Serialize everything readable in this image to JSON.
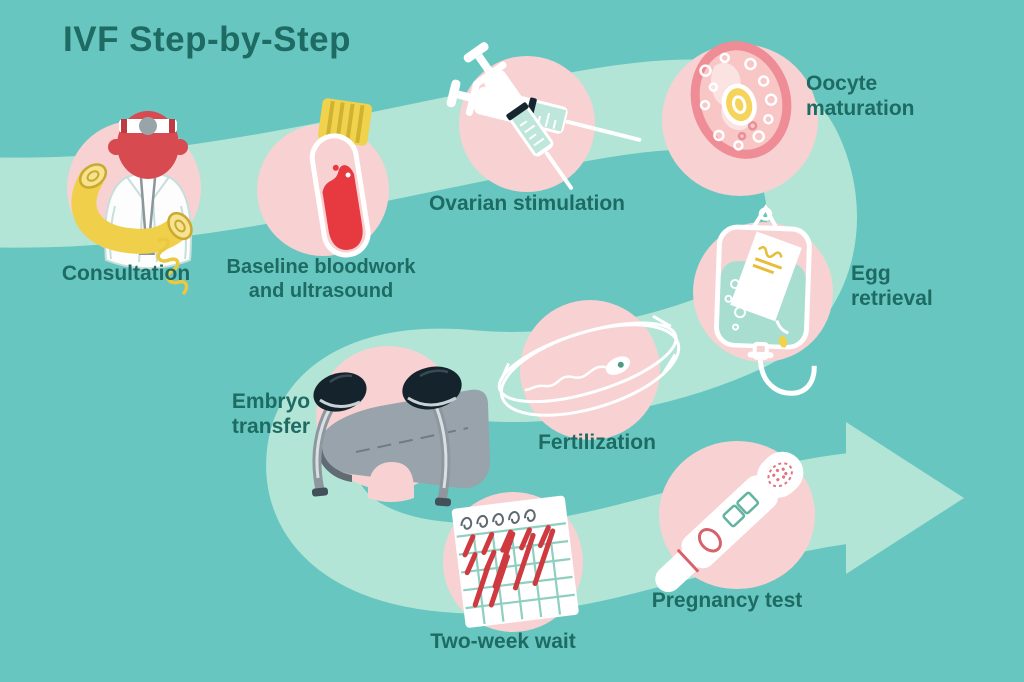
{
  "title": "IVF Step-by-Step",
  "steps": [
    {
      "name": "consultation",
      "label": "Consultation",
      "lines": [
        "Consultation"
      ]
    },
    {
      "name": "baseline-bloodwork",
      "label": "Baseline bloodwork and ultrasound",
      "lines": [
        "Baseline bloodwork",
        "and ultrasound"
      ]
    },
    {
      "name": "ovarian-stimulation",
      "label": "Ovarian stimulation",
      "lines": [
        "Ovarian stimulation"
      ]
    },
    {
      "name": "oocyte-maturation",
      "label": "Oocyte maturation",
      "lines": [
        "Oocyte",
        "maturation"
      ]
    },
    {
      "name": "egg-retrieval",
      "label": "Egg retrieval",
      "lines": [
        "Egg",
        "retrieval"
      ]
    },
    {
      "name": "fertilization",
      "label": "Fertilization",
      "lines": [
        "Fertilization"
      ]
    },
    {
      "name": "embryo-transfer",
      "label": "Embryo transfer",
      "lines": [
        "Embryo",
        "transfer"
      ]
    },
    {
      "name": "two-week-wait",
      "label": "Two-week wait",
      "lines": [
        "Two-week wait"
      ]
    },
    {
      "name": "pregnancy-test",
      "label": "Pregnancy test",
      "lines": [
        "Pregnancy test"
      ]
    }
  ],
  "colors": {
    "background": "#68c6c0",
    "arrow": "#b3e5d7",
    "step_circle": "#f8d1d2",
    "text": "#1d6b62"
  }
}
